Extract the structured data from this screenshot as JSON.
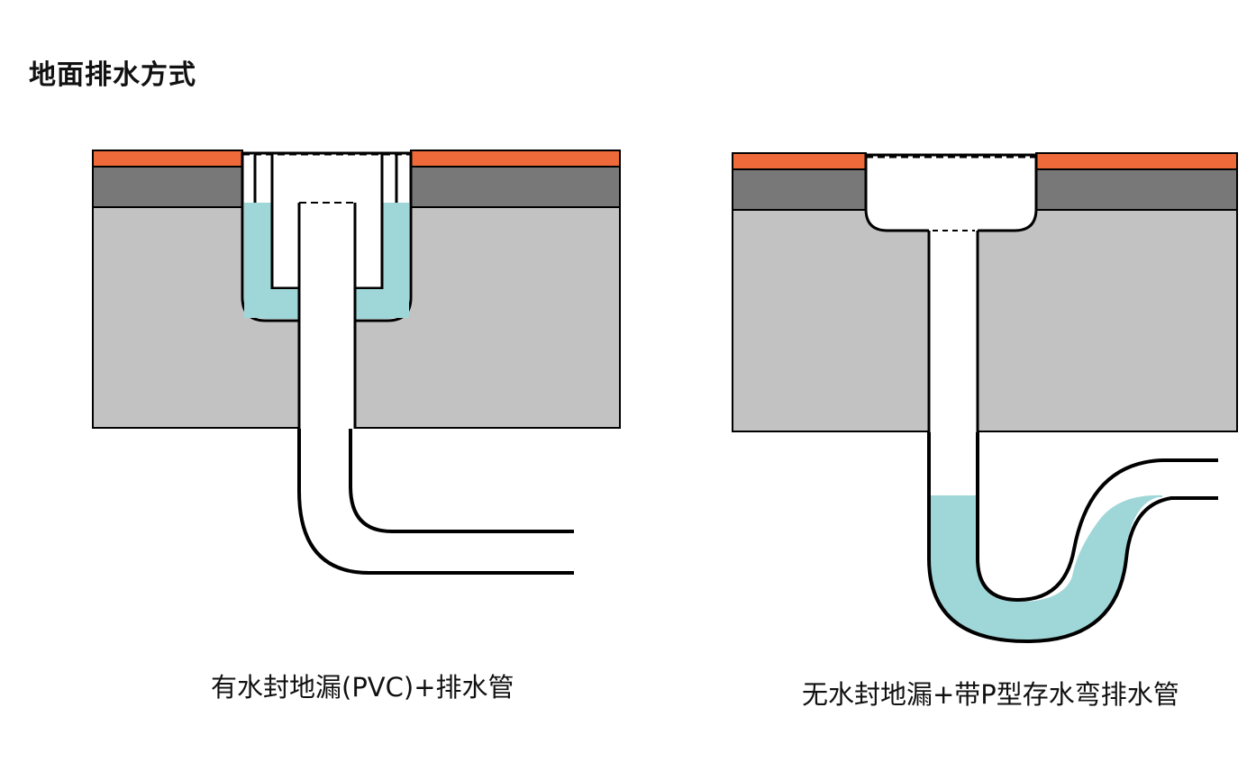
{
  "title": "地面排水方式",
  "colors": {
    "tile": "#ee6a3a",
    "mortar": "#787878",
    "slab": "#c2c2c2",
    "water": "#9fd7d8",
    "line": "#000000"
  },
  "diagrams": [
    {
      "caption": "有水封地漏(PVC)+排水管"
    },
    {
      "caption": "无水封地漏+带P型存水弯排水管"
    }
  ]
}
